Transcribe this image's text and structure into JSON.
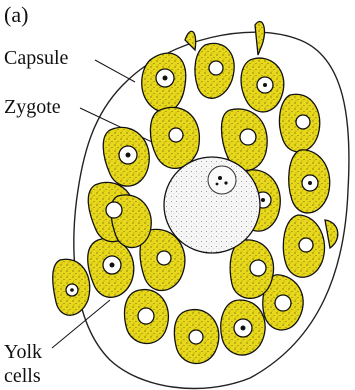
{
  "panel_label": "(a)",
  "labels": {
    "capsule": "Capsule",
    "zygote": "Zygote",
    "yolk_line1": "Yolk",
    "yolk_line2": "cells"
  },
  "colors": {
    "yolk_fill": "#e8d81c",
    "outline": "#111111",
    "zygote_fill": "#f4f4f4",
    "capsule_stroke": "#222222"
  }
}
